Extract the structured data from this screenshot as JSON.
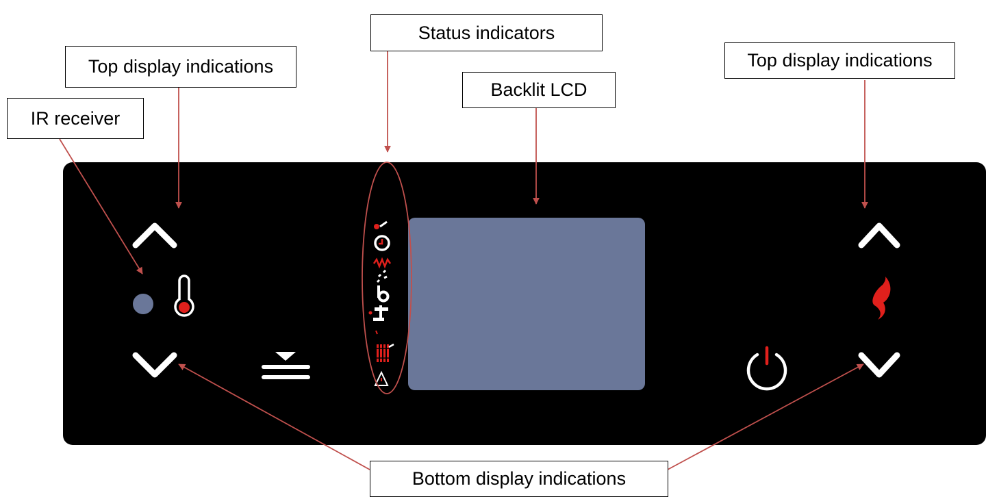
{
  "callouts": {
    "status_indicators": "Status indicators",
    "top_display_left": "Top display indications",
    "top_display_right": "Top display indications",
    "backlit_lcd": "Backlit LCD",
    "ir_receiver": "IR receiver",
    "bottom_display": "Bottom display indications"
  },
  "panel": {
    "background": "#000000",
    "lcd_color": "#6a7799",
    "ir_color": "#6a7799",
    "accent_red": "#e0201c",
    "arrow_color": "#c0504d",
    "icons": {
      "left_up": "chevron-up-icon",
      "left_down": "chevron-down-icon",
      "temperature": "thermometer-icon",
      "menu": "menu-icon",
      "status": [
        "tank-timer-icon",
        "heating-coil-icon",
        "sprinkle-icon",
        "pump-icon",
        "tap-icon",
        "radiator-icon",
        "warning-icon"
      ],
      "power": "power-icon",
      "flame": "flame-icon",
      "right_up": "chevron-up-icon",
      "right_down": "chevron-down-icon"
    }
  }
}
